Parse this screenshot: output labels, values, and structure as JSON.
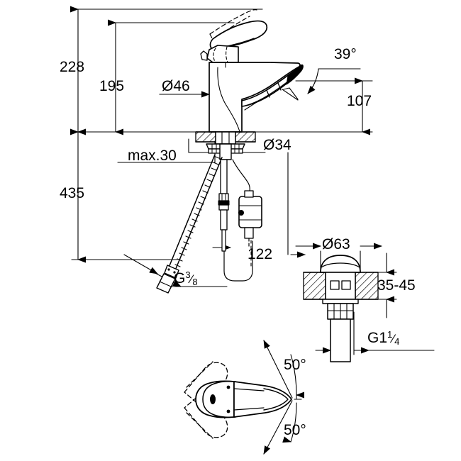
{
  "drawing": {
    "title": "Single-lever basin mixer dimensional drawing",
    "units": "mm",
    "line_color": "#000000",
    "background_color": "#ffffff"
  },
  "dimensions": {
    "total_height": "228",
    "spout_height_overall": "195",
    "body_diameter": "Ø46",
    "spout_angle": "39°",
    "spout_outlet_height": "107",
    "base_diameter": "Ø34",
    "max_deck_thickness": "max.30",
    "supply_length": "435",
    "cartridge_depth": "122",
    "supply_thread": "G",
    "supply_thread_num": "3",
    "supply_thread_den": "8",
    "drain_cap_diameter": "Ø63",
    "drain_deck_range": "35-45",
    "drain_thread": "G1",
    "drain_thread_num": "1",
    "drain_thread_den": "4",
    "swivel_angle_upper": "50°",
    "swivel_angle_lower": "50°"
  },
  "views": {
    "elevation": "faucet-side-elevation",
    "drain_detail": "pop-up-waste-detail",
    "plan": "handle-swivel-top-view"
  }
}
